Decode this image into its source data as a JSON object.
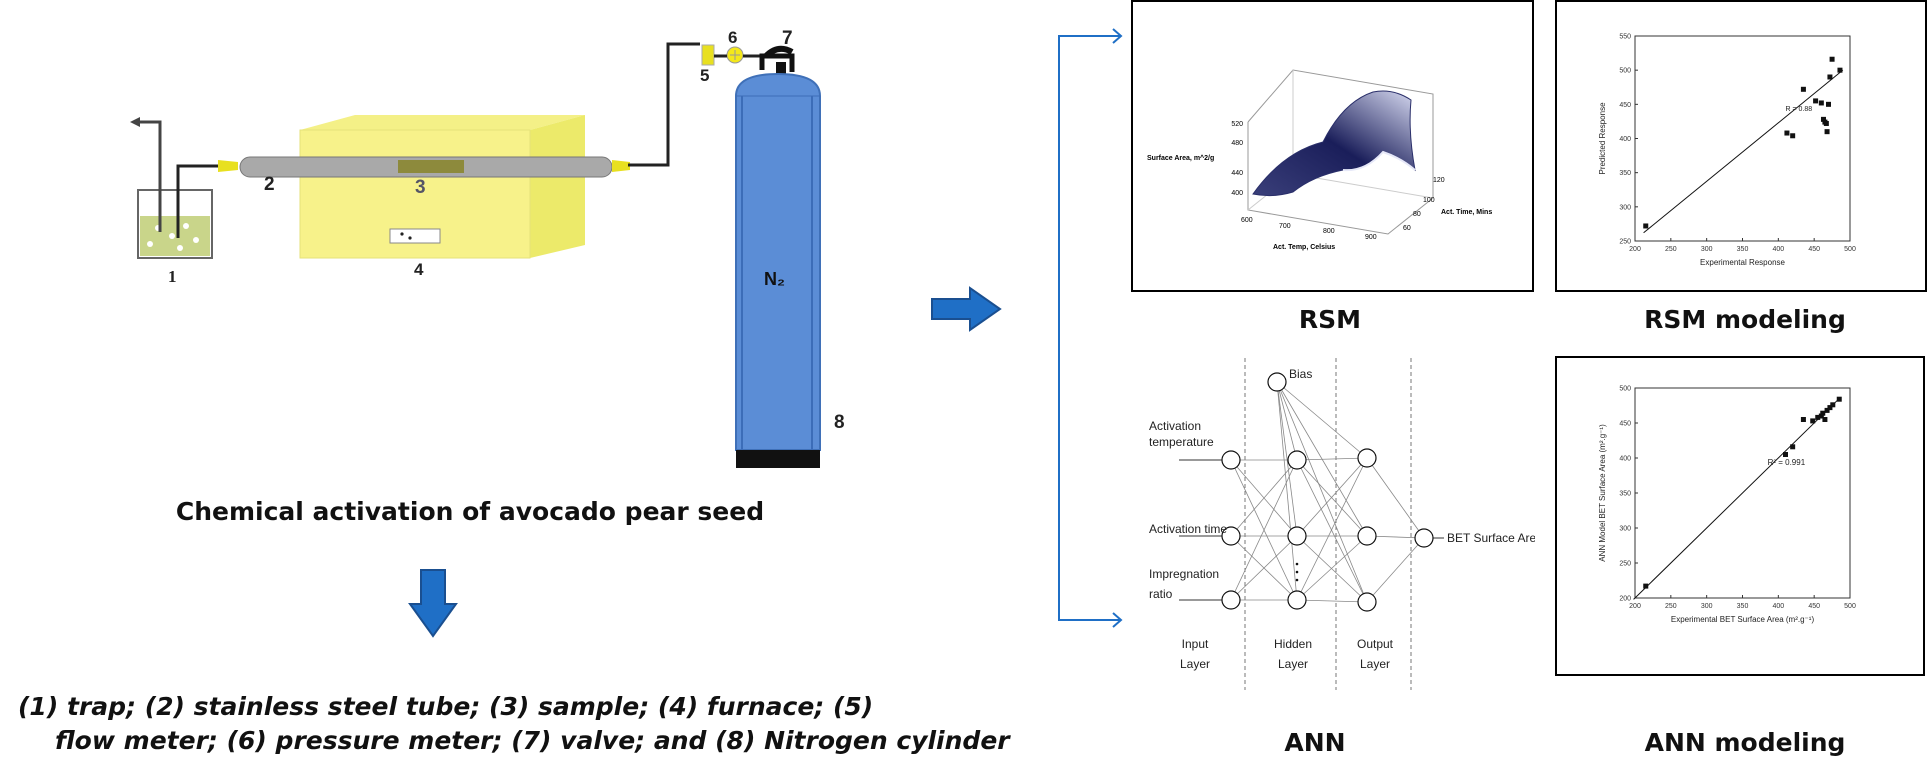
{
  "apparatus": {
    "numbers": [
      "1",
      "2",
      "3",
      "4",
      "5",
      "6",
      "7",
      "8"
    ],
    "cylinder_label": "N₂"
  },
  "caption_main": "Chemical activation of avocado pear seed",
  "legend": {
    "line1": "(1) trap; (2) stainless steel tube; (3) sample; (4) furnace; (5)",
    "line2": "flow meter; (6) pressure meter; (7) valve; and (8) Nitrogen cylinder"
  },
  "labels": {
    "rsm": "RSM",
    "rsm_modeling": "RSM modeling",
    "ann": "ANN",
    "ann_modeling": "ANN modeling"
  },
  "rsm_surface": {
    "z_label": "Surface Area, m^2/g",
    "x_label": "Act. Temp, Celsius",
    "y_label": "Act. Time, Mins",
    "z_ticks": [
      "520",
      "480",
      "440",
      "400"
    ],
    "x_ticks": [
      "600",
      "700",
      "800",
      "900"
    ],
    "y_ticks": [
      "60",
      "80",
      "100",
      "120"
    ]
  },
  "ann_network": {
    "bias": "Bias",
    "input_1_line1": "Activation",
    "input_1_line2": "temperature",
    "input_2": "Activation time",
    "input_3_line1": "Impregnation",
    "input_3_line2": "ratio",
    "output": "BET Surface Area",
    "layer_input_1": "Input",
    "layer_input_2": "Layer",
    "layer_hidden_1": "Hidden",
    "layer_hidden_2": "Layer",
    "layer_output_1": "Output",
    "layer_output_2": "Layer"
  },
  "chart_data": [
    {
      "type": "scatter",
      "title": "",
      "xlabel": "Experimental Response",
      "ylabel": "Predicted Response",
      "xlim": [
        200,
        500
      ],
      "ylim": [
        250,
        550
      ],
      "x_ticks": [
        "200",
        "250",
        "300",
        "350",
        "400",
        "450",
        "500"
      ],
      "y_ticks": [
        "250",
        "300",
        "350",
        "400",
        "450",
        "500",
        "550"
      ],
      "annotation": "R = 0.88",
      "fit_line": [
        [
          212,
          262
        ],
        [
          490,
          500
        ]
      ],
      "points": [
        [
          215,
          272
        ],
        [
          412,
          408
        ],
        [
          420,
          404
        ],
        [
          435,
          472
        ],
        [
          452,
          455
        ],
        [
          460,
          452
        ],
        [
          463,
          428
        ],
        [
          465,
          424
        ],
        [
          467,
          422
        ],
        [
          468,
          410
        ],
        [
          470,
          450
        ],
        [
          472,
          490
        ],
        [
          475,
          516
        ],
        [
          486,
          500
        ]
      ]
    },
    {
      "type": "scatter",
      "title": "",
      "xlabel": "Experimental BET Surface Area (m².g⁻¹)",
      "ylabel": "ANN Model BET Surface Area (m².g⁻¹)",
      "xlim": [
        200,
        500
      ],
      "ylim": [
        200,
        500
      ],
      "x_ticks": [
        "200",
        "250",
        "300",
        "350",
        "400",
        "450",
        "500"
      ],
      "y_ticks": [
        "200",
        "250",
        "300",
        "350",
        "400",
        "450",
        "500"
      ],
      "annotation": "R² = 0.991",
      "fit_line": [
        [
          198,
          198
        ],
        [
          486,
          486
        ]
      ],
      "points": [
        [
          215,
          217
        ],
        [
          410,
          405
        ],
        [
          420,
          416
        ],
        [
          435,
          455
        ],
        [
          448,
          453
        ],
        [
          455,
          458
        ],
        [
          460,
          460
        ],
        [
          462,
          464
        ],
        [
          465,
          455
        ],
        [
          468,
          468
        ],
        [
          472,
          472
        ],
        [
          476,
          476
        ],
        [
          485,
          484
        ]
      ]
    }
  ]
}
